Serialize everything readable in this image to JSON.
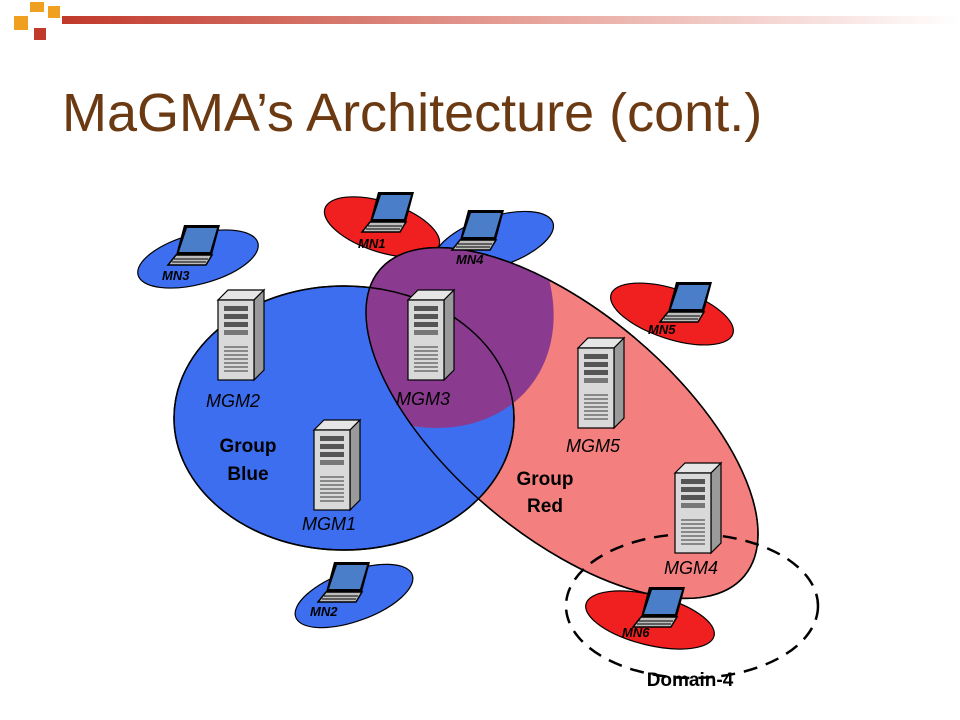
{
  "slide": {
    "title": "MaGMA’s Architecture (cont.)"
  },
  "groups": {
    "blue": {
      "label_line1": "Group",
      "label_line2": "Blue",
      "color": "#3d6ef0"
    },
    "red": {
      "label_line1": "Group",
      "label_line2": "Red",
      "color": "#f47f7f"
    },
    "overlap_color": "#8a3b8f"
  },
  "domain": {
    "label": "Domain-4"
  },
  "servers": {
    "mgm1": "MGM1",
    "mgm2": "MGM2",
    "mgm3": "MGM3",
    "mgm4": "MGM4",
    "mgm5": "MGM5"
  },
  "nodes": {
    "mn1": "MN1",
    "mn2": "MN2",
    "mn3": "MN3",
    "mn4": "MN4",
    "mn5": "MN5",
    "mn6": "MN6"
  },
  "colors": {
    "title": "#6b3a12",
    "accent_orange": "#f0a020",
    "accent_red": "#c0392b",
    "node_blue": "#3d6ef0",
    "node_red": "#f02020"
  }
}
